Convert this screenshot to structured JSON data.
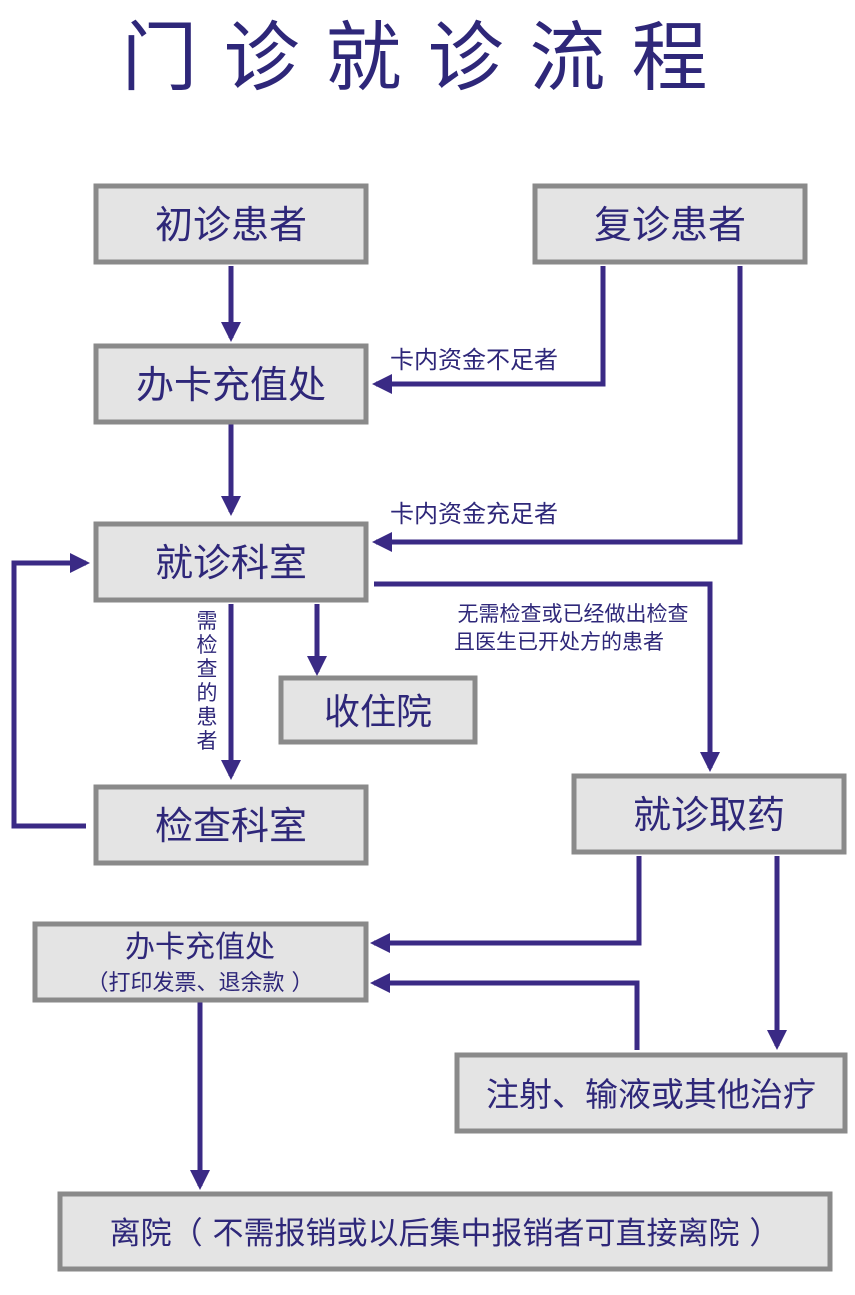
{
  "title": "门诊就诊流程",
  "colors": {
    "text": "#2e2779",
    "arrow": "#3a2a85",
    "box_fill": "#e4e4e4",
    "box_border": "#8a8a8a"
  },
  "nodes": {
    "first_visit": "初诊患者",
    "return_visit": "复诊患者",
    "card_recharge": "办卡充值处",
    "clinic_dept": "就诊科室",
    "admission": "收住院",
    "exam_dept": "检查科室",
    "get_medicine": "就诊取药",
    "card_recharge_2": "办卡充值处",
    "card_recharge_2_sub": "（打印发票、退余款 ）",
    "treatment": "注射、输液或其他治疗",
    "discharge": "离院（ 不需报销或以后集中报销者可直接离院 ）"
  },
  "edge_labels": {
    "insufficient_funds": "卡内资金不足者",
    "sufficient_funds": "卡内资金充足者",
    "no_exam_line1": "无需检查或已经做出检查",
    "no_exam_line2": "且医生已开处方的患者",
    "need_exam": "需检查的患者"
  }
}
